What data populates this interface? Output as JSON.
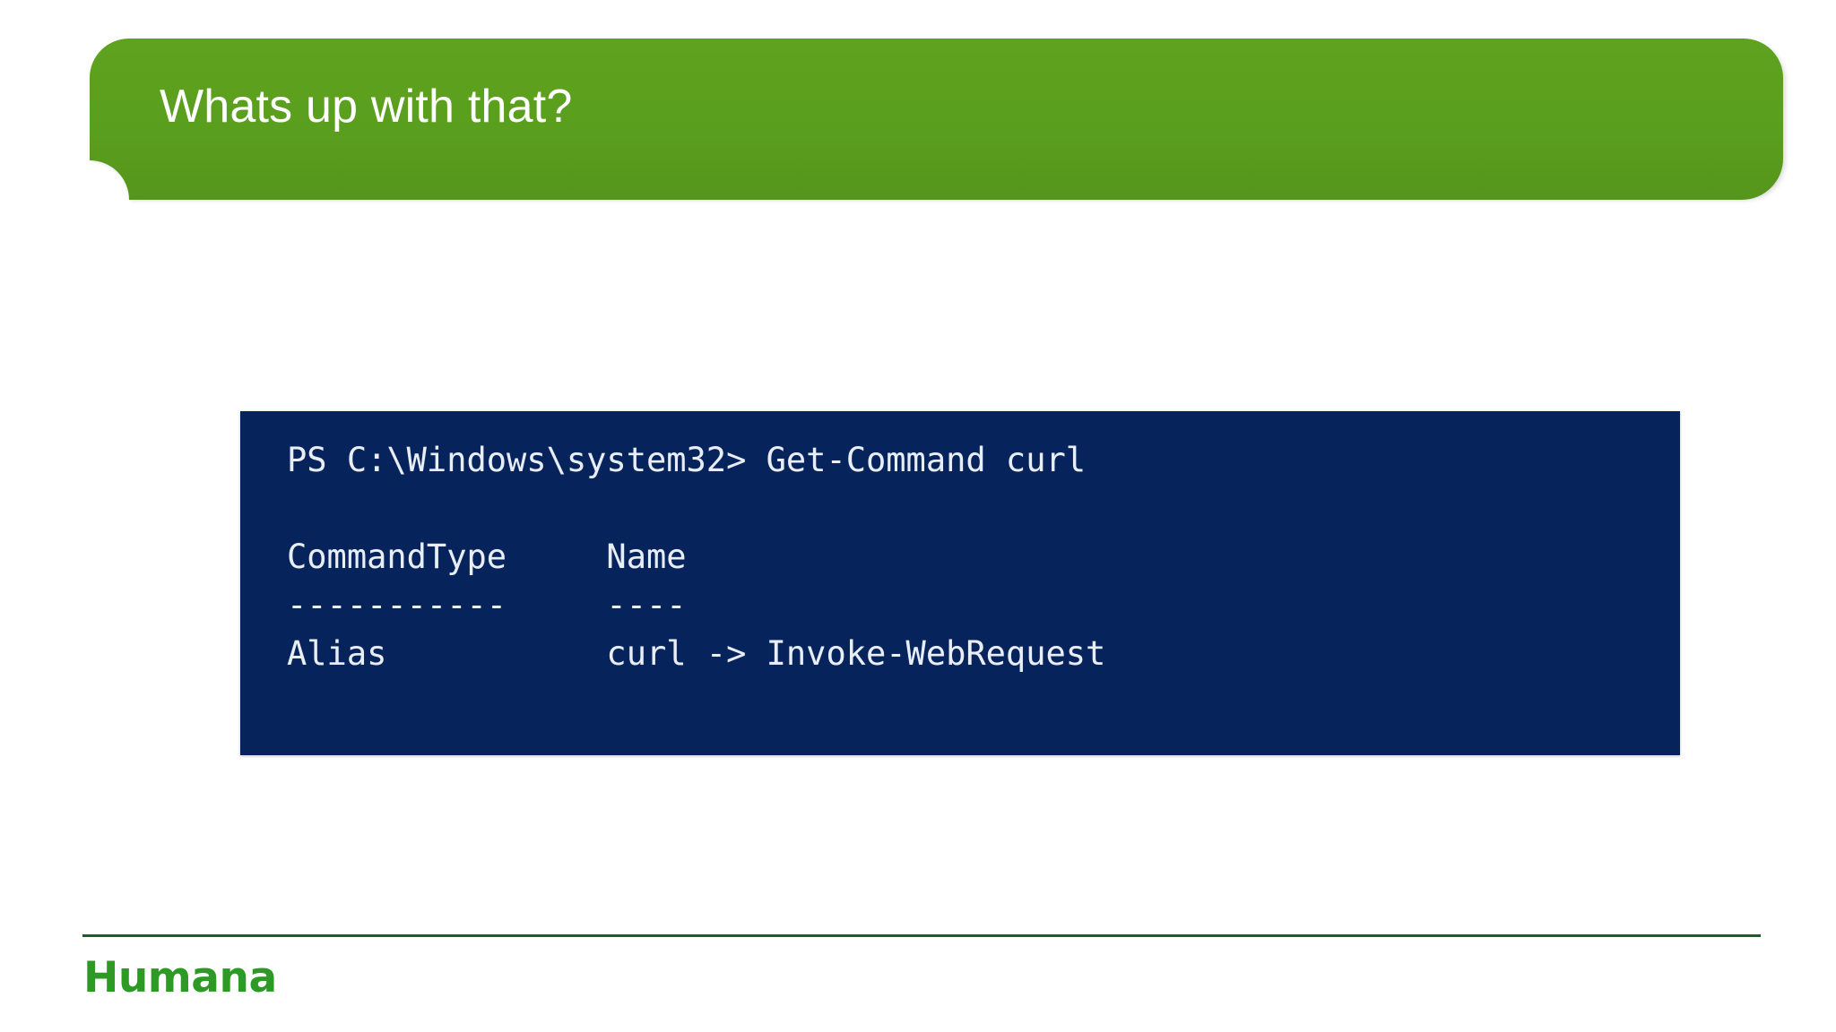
{
  "slide": {
    "title": "Whats up with that?",
    "accent_green": "#5a9e1e",
    "console_bg": "#06245b",
    "footer_rule_color": "#1e5c2e",
    "logo_color": "#2e9a26"
  },
  "console": {
    "prompt_line": "PS C:\\Windows\\system32> Get-Command curl",
    "blank_line": "",
    "header_line": "CommandType     Name",
    "dash_line": "-----------     ----",
    "result_line": "Alias           curl -> Invoke-WebRequest",
    "columns": [
      "CommandType",
      "Name"
    ],
    "rows": [
      {
        "CommandType": "Alias",
        "Name": "curl -> Invoke-WebRequest"
      }
    ]
  },
  "footer": {
    "logo_text": "Humana"
  }
}
